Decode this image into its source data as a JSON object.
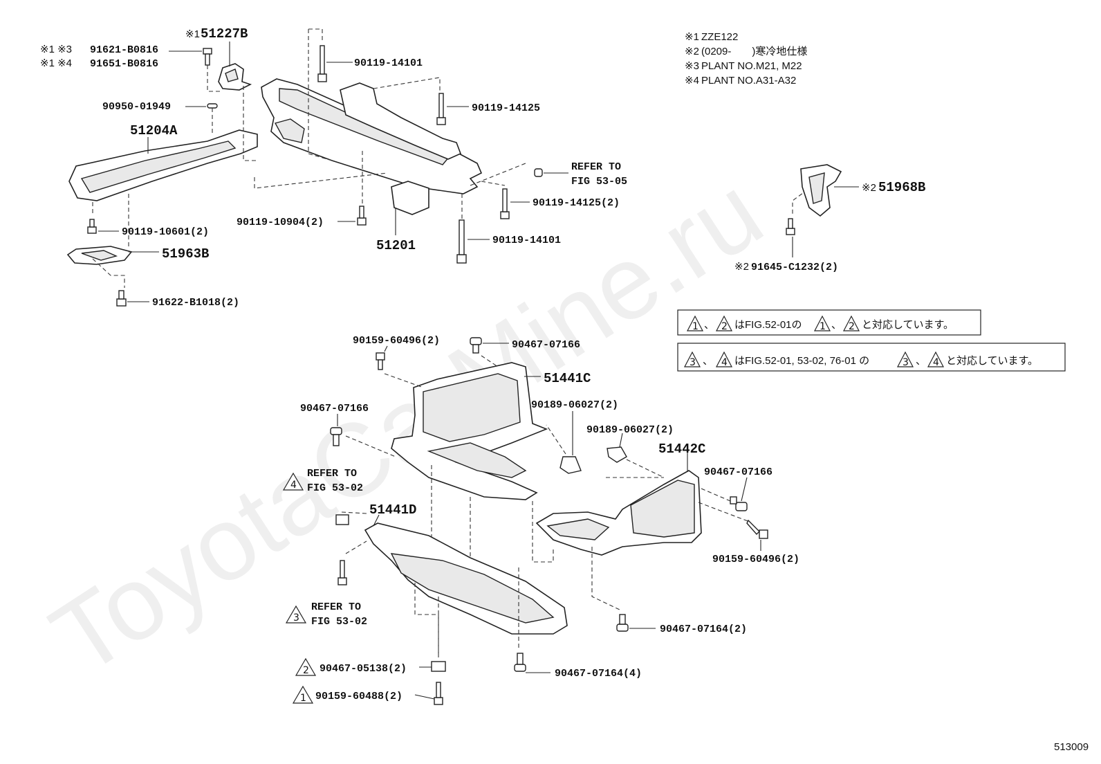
{
  "watermark": "ToyotaCarMine.ru",
  "figure_number": "513009",
  "notes": [
    {
      "mark": "※1",
      "text": "ZZE122"
    },
    {
      "mark": "※2",
      "text": "(0209-　　)寒冷地仕様"
    },
    {
      "mark": "※3",
      "text": "PLANT NO.M21, M22"
    },
    {
      "mark": "※4",
      "text": "PLANT NO.A31-A32"
    }
  ],
  "correspondence": {
    "row1": {
      "t1": "1",
      "sep": "、",
      "t2": "2",
      "text_a": "はFIG.52-01の",
      "t3": "1",
      "t4": "2",
      "text_b": "と対応しています。"
    },
    "row2": {
      "t1": "3",
      "sep": "、",
      "t2": "4",
      "text_a": "はFIG.52-01, 53-02, 76-01 の",
      "t3": "3",
      "t4": "4",
      "text_b": "と対応しています。"
    }
  },
  "parts": {
    "p51227B": {
      "mark": "※1",
      "num": "51227B"
    },
    "p91621": {
      "mark": "※1 ※3",
      "num": "91621-B0816"
    },
    "p91651": {
      "mark": "※1 ※4",
      "num": "91651-B0816"
    },
    "p90950": "90950-01949",
    "p51204A": "51204A",
    "p90119_10601": "90119-10601(2)",
    "p51963B": "51963B",
    "p91622": "91622-B1018(2)",
    "p90119_14101_top": "90119-14101",
    "p90119_14125_a": "90119-14125",
    "p90119_10904": "90119-10904(2)",
    "p51201": "51201",
    "p90119_14125_b": "90119-14125(2)",
    "p90119_14101_b": "90119-14101",
    "refer_53_05": {
      "line1": "REFER TO",
      "line2": "FIG 53-05"
    },
    "p51968B": {
      "mark": "※2",
      "num": "51968B"
    },
    "p91645": {
      "mark": "※2",
      "num": "91645-C1232(2)"
    },
    "p90159_60496_a": "90159-60496(2)",
    "p90467_07166_a": "90467-07166",
    "p51441C": "51441C",
    "p90467_07166_b": "90467-07166",
    "p90189_06027_a": "90189-06027(2)",
    "p90189_06027_b": "90189-06027(2)",
    "p51442C": "51442C",
    "p90467_07166_c": "90467-07166",
    "p90159_60496_b": "90159-60496(2)",
    "refer_53_02_a": {
      "tri": "4",
      "line1": "REFER TO",
      "line2": "FIG 53-02"
    },
    "p51441D": "51441D",
    "refer_53_02_b": {
      "tri": "3",
      "line1": "REFER TO",
      "line2": "FIG 53-02"
    },
    "p90467_07164_2": "90467-07164(2)",
    "p90467_07164_4": "90467-07164(4)",
    "p90467_05138": {
      "tri": "2",
      "num": "90467-05138(2)"
    },
    "p90159_60488": {
      "tri": "1",
      "num": "90159-60488(2)"
    }
  }
}
